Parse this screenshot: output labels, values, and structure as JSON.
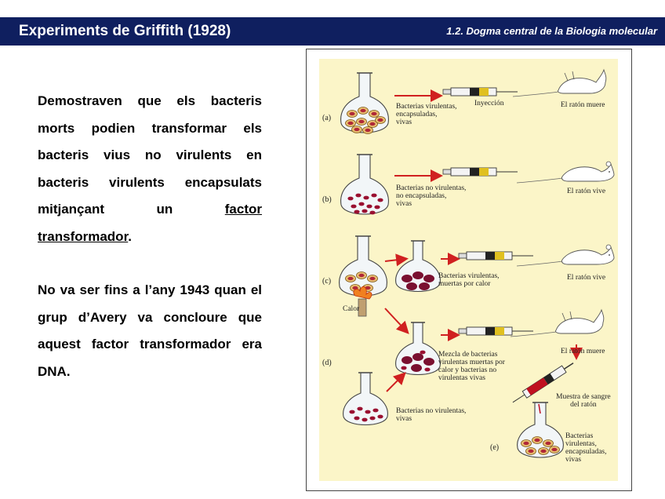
{
  "header": {
    "title": "Experiments de Griffith (1928)",
    "section": "1.2. Dogma central de la Biologia molecular"
  },
  "body": {
    "p1_text": "Demostraven que els bacteris morts podien transformar els bacteris vius no virulents en bacteris virulents encapsulats mitjançant un ",
    "p1_term": "factor transformador",
    "p1_end": ".",
    "p2_text": "No va ser fins a l’any 1943 quan el grup d’Avery va concloure que aquest factor transformador era DNA."
  },
  "figure": {
    "markers": [
      "(a)",
      "(b)",
      "(c)",
      "(d)",
      "(e)"
    ],
    "labels": {
      "a_bacteria": "Bacterias virulentas,\nencapsuladas,\nvivas",
      "a_injection": "Inyección",
      "a_result": "El ratón muere",
      "b_bacteria": "Bacterias no virulentas,\nno encapsuladas,\nvivas",
      "b_result": "El ratón vive",
      "c_heat": "Calor",
      "c_bacteria": "Bacterias virulentas,\nmuertas por calor",
      "c_result": "El ratón vive",
      "d_mix": "Mezcla de bacterias\nvirulentas muertas por\ncalor y bacterias no\nvirulentas vivas",
      "d_result": "El ratón muere",
      "d_blood": "Muestra de sangre\ndel ratón",
      "d_nonvirulent": "Bacterias no virulentas,\nvivas",
      "e_bacteria": "Bacterias\nvirulentas,\nencapsuladas,\nvivas"
    },
    "colors": {
      "header_bg": "#0f1f5f",
      "figure_bg": "#fbf5c8",
      "arrow": "#d02020",
      "capsule": "#e8c070",
      "cell": "#9a1030",
      "syringe_band": "#e0c020"
    }
  }
}
